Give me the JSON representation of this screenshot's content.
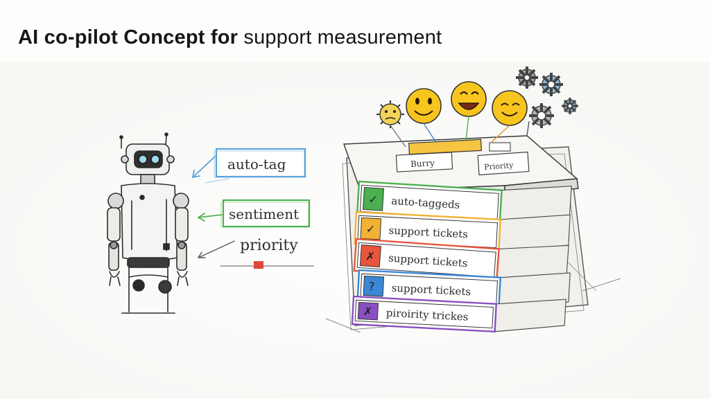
{
  "title": {
    "bold_part": "AI co-pilot Concept for",
    "light_part": "support measurement"
  },
  "robot_labels": {
    "auto_tag": "auto-tag",
    "sentiment": "sentiment",
    "priority": "priority"
  },
  "top_folder": {
    "tab_text": "",
    "left_sticker": "Burry",
    "right_sticker": "Priority"
  },
  "stack_rows": [
    {
      "label": "auto-taggeds",
      "color": "#4caf50",
      "mark": "✓"
    },
    {
      "label": "support tickets",
      "color": "#f2b233",
      "mark": "✓"
    },
    {
      "label": "support tickets",
      "color": "#e8553c",
      "mark": "✗"
    },
    {
      "label": "support tickets",
      "color": "#3b87d6",
      "mark": "?"
    },
    {
      "label": "piroirity trickes",
      "color": "#8a4fc0",
      "mark": "✗"
    }
  ],
  "colors": {
    "ink": "#2b2b2b",
    "emoji": "#f7c51e",
    "auto_tag_box": "#5aa3dc",
    "sentiment_box": "#4fb24f",
    "priority_marker": "#e0473b"
  }
}
